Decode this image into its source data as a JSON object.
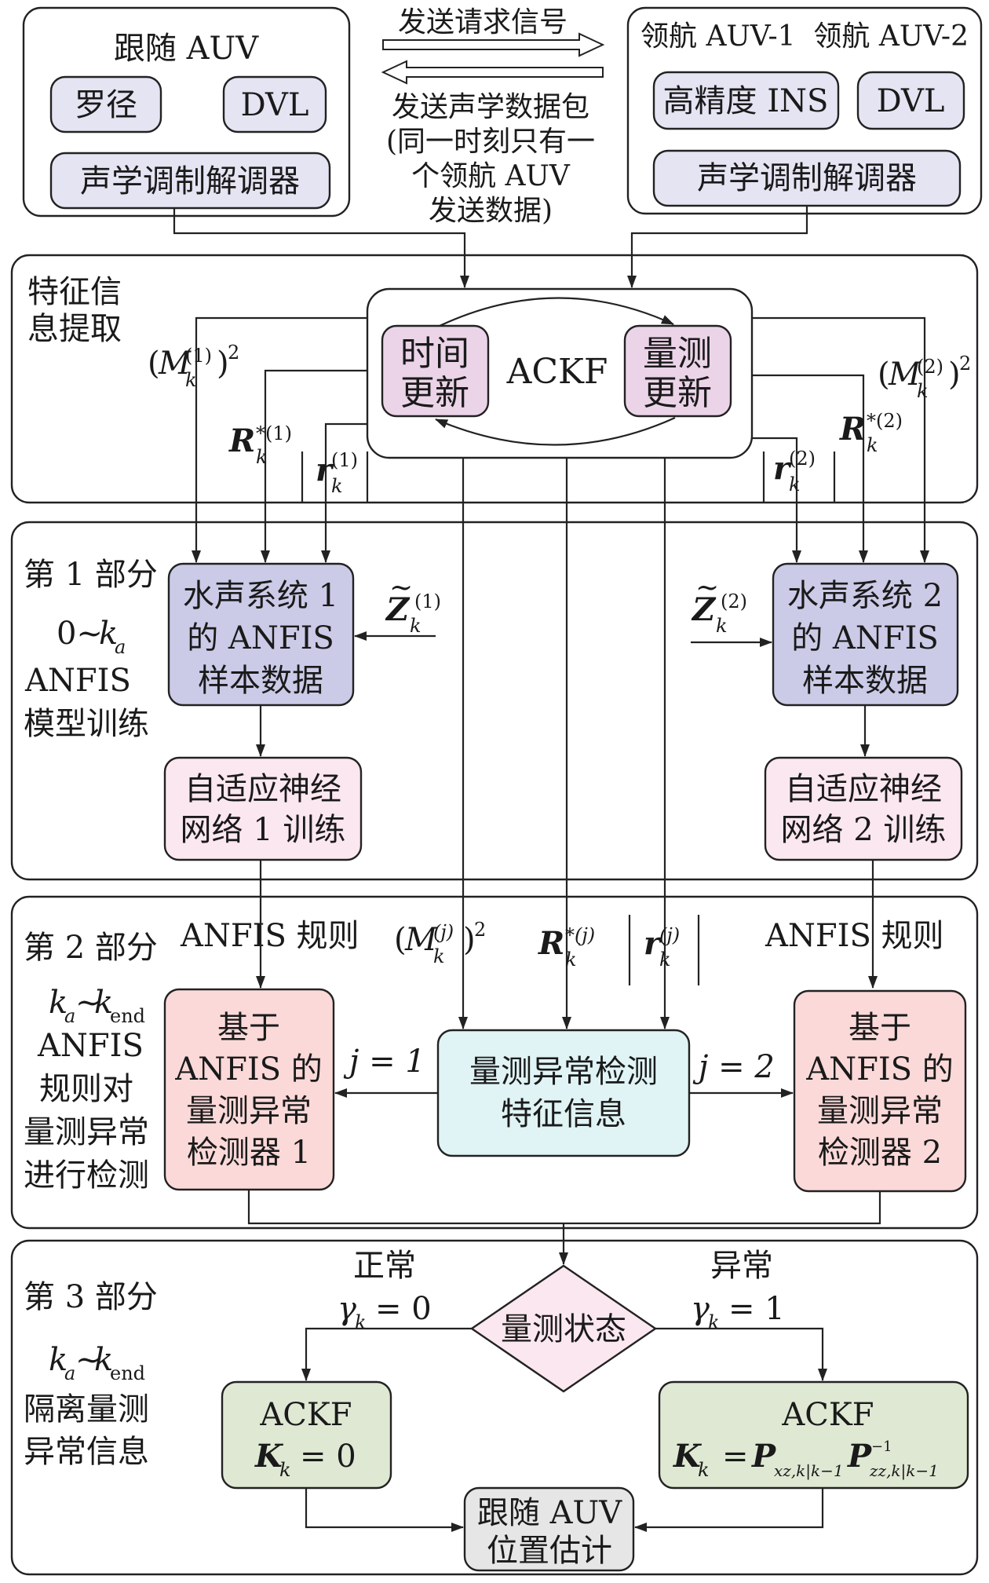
{
  "colors": {
    "lavender": "#e4e4f3",
    "sample": "#cbcbe8",
    "mauve": "#ebd4e8",
    "pink": "#fbe7ef",
    "salmon": "#fbd9d9",
    "cyan": "#e0f3f5",
    "green": "#dfe8d3",
    "gray": "#e6e6e6",
    "line": "#222222"
  },
  "top": {
    "follower_title": "跟随 AUV",
    "compass": "罗径",
    "dvl_left": "DVL",
    "modem_left": "声学调制解调器",
    "leader_title": "领航 AUV-1  领航 AUV-2",
    "ins": "高精度 INS",
    "dvl_right": "DVL",
    "modem_right": "声学调制解调器",
    "send_request": "发送请求信号",
    "send_packet": [
      "发送声学数据包",
      "(同一时刻只有一",
      "个领航 AUV",
      "发送数据)"
    ]
  },
  "feature": {
    "section_label": [
      "特征信",
      "息提取"
    ],
    "filter": "ACKF",
    "time_update": [
      "时间",
      "更新"
    ],
    "meas_update": [
      "量测",
      "更新"
    ],
    "sym_M": "M",
    "sym_R": "R",
    "sym_r": "r",
    "sub_k": "k",
    "sup_1": "(1)",
    "sup_2": "(2)",
    "sup_star1": "*(1)",
    "sup_star2": "*(2)",
    "sq": "2"
  },
  "part1": {
    "label": [
      "第 1 部分",
      "0~",
      "ANFIS",
      "模型训练"
    ],
    "sub_a": "a",
    "sample1": [
      "水声系统 1",
      "的 ANFIS",
      "样本数据"
    ],
    "sample2": [
      "水声系统 2",
      "的 ANFIS",
      "样本数据"
    ],
    "nn1": [
      "自适应神经",
      "网络 1 训练"
    ],
    "nn2": [
      "自适应神经",
      "网络 2 训练"
    ],
    "sym_Z": "Z",
    "tilde": "~"
  },
  "part2": {
    "label": [
      "第 2 部分",
      "ANFIS",
      "规则对",
      "量测异常",
      "进行检测"
    ],
    "range_sep": "~",
    "sub_end": "end",
    "rule_left": "ANFIS 规则",
    "rule_right": "ANFIS 规则",
    "sup_j": "(j)",
    "sup_starj": "*(j)",
    "detector1": [
      "基于",
      "ANFIS 的",
      "量测异常",
      "检测器 1"
    ],
    "detector2": [
      "基于",
      "ANFIS 的",
      "量测异常",
      "检测器 2"
    ],
    "feature_info": [
      "量测异常检测",
      "特征信息"
    ],
    "j_left": "j = 1",
    "j_right": "j = 2"
  },
  "part3": {
    "label": [
      "第 3 部分",
      "隔离量测",
      "异常信息"
    ],
    "normal": "正常",
    "gamma0": "γ",
    "eq0": "= 0",
    "abnormal": "异常",
    "eq1": "= 1",
    "diamond": "量测状态",
    "ackf_left": "ACKF",
    "K_zero": "= 0",
    "ackf_right": "ACKF",
    "sym_K": "K",
    "sym_P": "P",
    "sub_xz": "xz,k|k−1",
    "sub_zz": "zz,k|k−1",
    "sup_inv": "−1",
    "equals": "=",
    "result": [
      "跟随 AUV",
      "位置估计"
    ]
  }
}
